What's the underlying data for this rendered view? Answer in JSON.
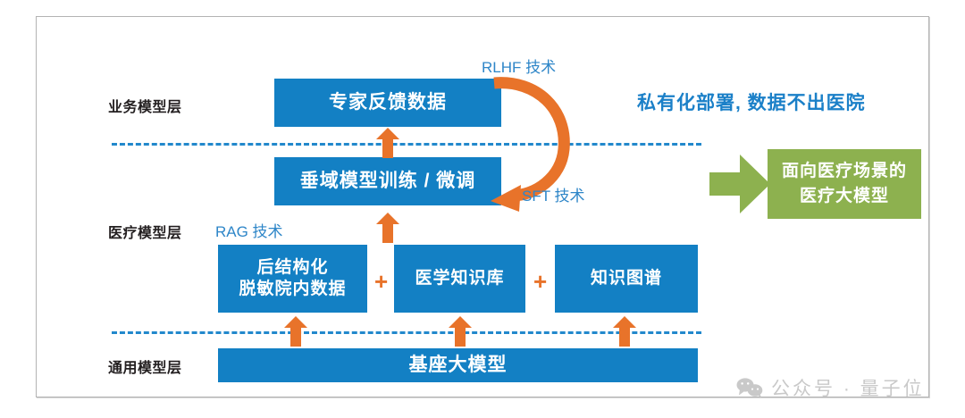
{
  "diagram": {
    "title_note": "私有化部署, 数据不出医院",
    "layers": [
      {
        "name": "business",
        "label": "业务模型层"
      },
      {
        "name": "medical",
        "label": "医疗模型层"
      },
      {
        "name": "general",
        "label": "通用模型层"
      }
    ],
    "boxes": {
      "expert_feedback": "专家反馈数据",
      "domain_finetune": "垂域模型训练 / 微调",
      "post_structured": "后结构化\n脱敏院内数据",
      "post_structured_line1": "后结构化",
      "post_structured_line2": "脱敏院内数据",
      "medical_kb": "医学知识库",
      "knowledge_graph": "知识图谱",
      "base_model": "基座大模型"
    },
    "outcome": {
      "line1": "面向医疗场景的",
      "line2": "医疗大模型"
    },
    "techniques": {
      "rlhf": "RLHF 技术",
      "sft": "SFT 技术",
      "rag": "RAG 技术"
    },
    "operators": {
      "plus_1": "+",
      "plus_2": "+"
    },
    "watermark": {
      "text": "公众号 · 量子位"
    },
    "colors": {
      "blue_box": "#1380c4",
      "blue_text": "#2e86c8",
      "blue_headline": "#1b80c8",
      "orange_arrow": "#e8732a",
      "green_box": "#8db14f",
      "green_arrow": "#8db14f",
      "dashed_divider": "#2288cc",
      "label_text": "#231f20",
      "watermark": "#c9c9c9",
      "panel_border": "#b3b3b3"
    }
  }
}
